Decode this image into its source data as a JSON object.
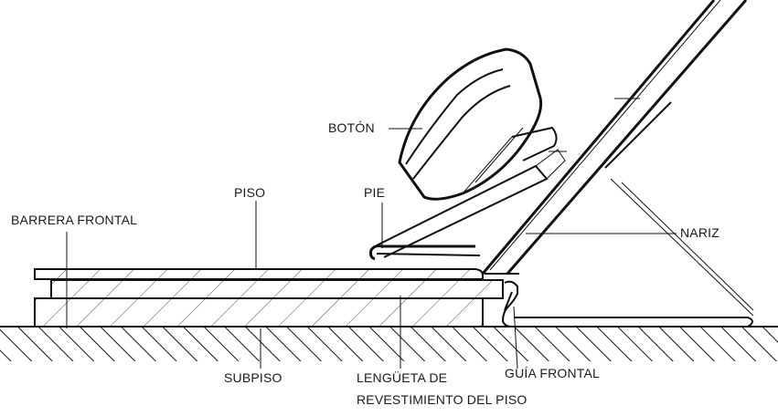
{
  "labels": {
    "boton": "BOTÓN",
    "piso": "PISO",
    "pie": "PIE",
    "barrera_frontal": "BARRERA FRONTAL",
    "nariz": "NARIZ",
    "subpiso": "SUBPISO",
    "lengueta_line1": "LENGÜETA DE",
    "lengueta_line2": "REVESTIMIENTO DEL PISO",
    "guia_frontal": "GUÍA FRONTAL"
  }
}
